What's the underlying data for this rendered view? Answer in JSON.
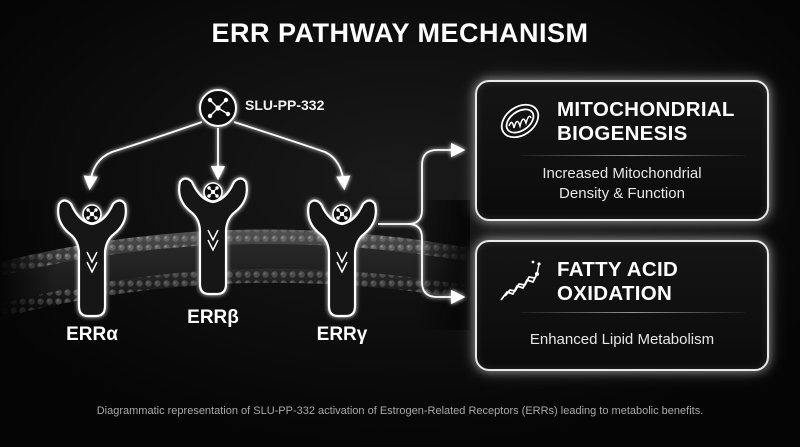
{
  "title": "ERR PATHWAY MECHANISM",
  "ligand": {
    "label": "SLU-PP-332",
    "icon": "molecule-icon"
  },
  "receptors": [
    {
      "label": "ERRα",
      "icon": "receptor-icon"
    },
    {
      "label": "ERRβ",
      "icon": "receptor-icon"
    },
    {
      "label": "ERRγ",
      "icon": "receptor-icon"
    }
  ],
  "outcomes": [
    {
      "title_line1": "MITOCHONDRIAL",
      "title_line2": "BIOGENESIS",
      "desc_line1": "Increased Mitochondrial",
      "desc_line2": "Density & Function",
      "icon": "mitochondria-icon"
    },
    {
      "title_line1": "FATTY ACID",
      "title_line2": "OXIDATION",
      "desc_line1": "Enhanced Lipid Metabolism",
      "icon": "fatty-acid-chain-icon"
    }
  ],
  "caption": "Diagrammatic representation of SLU-PP-332 activation of Estrogen-Related Receptors (ERRs) leading to metabolic benefits.",
  "colors": {
    "background": "#050505",
    "glow": "#ffffff",
    "membrane": "#4a4a4a",
    "text_muted": "#a9a9a9"
  }
}
